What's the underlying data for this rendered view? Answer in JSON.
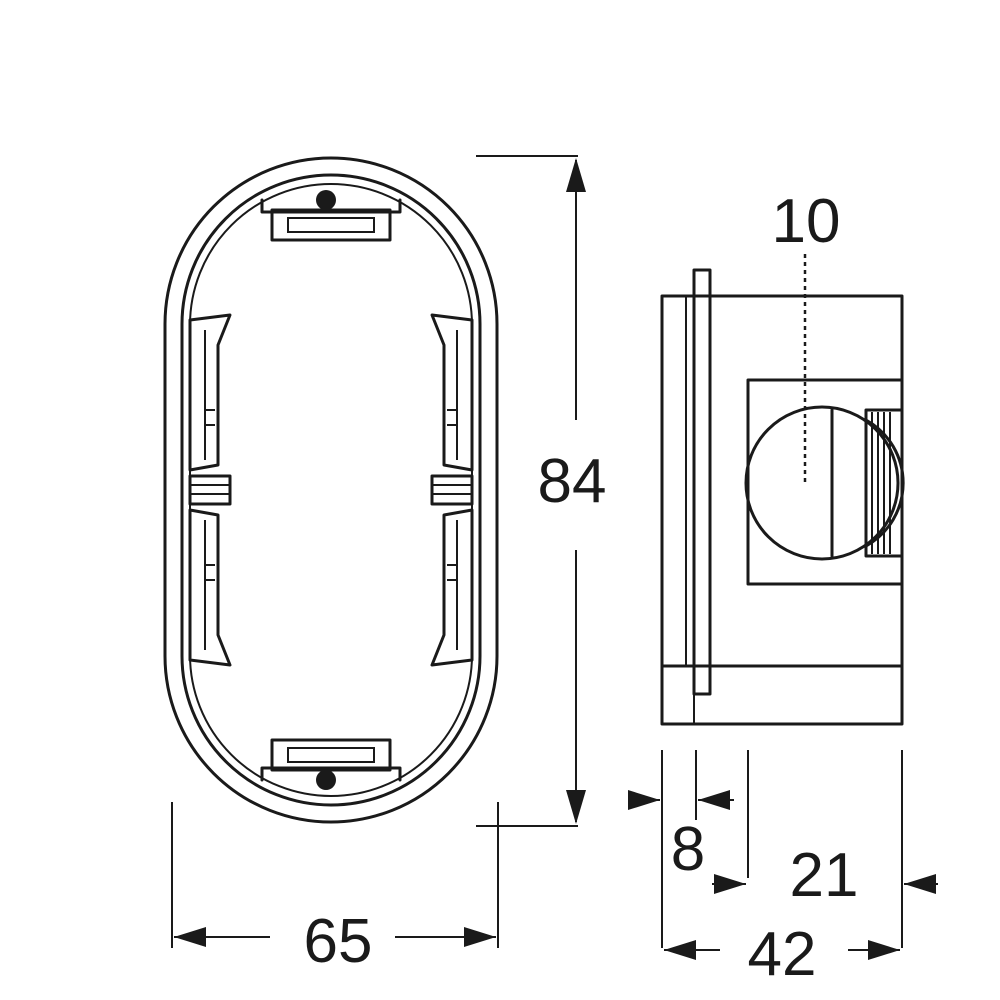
{
  "dimensions": {
    "height": "84",
    "width": "65",
    "screw_offset": "10",
    "flange": "8",
    "inner_depth": "21",
    "total_depth": "42"
  }
}
